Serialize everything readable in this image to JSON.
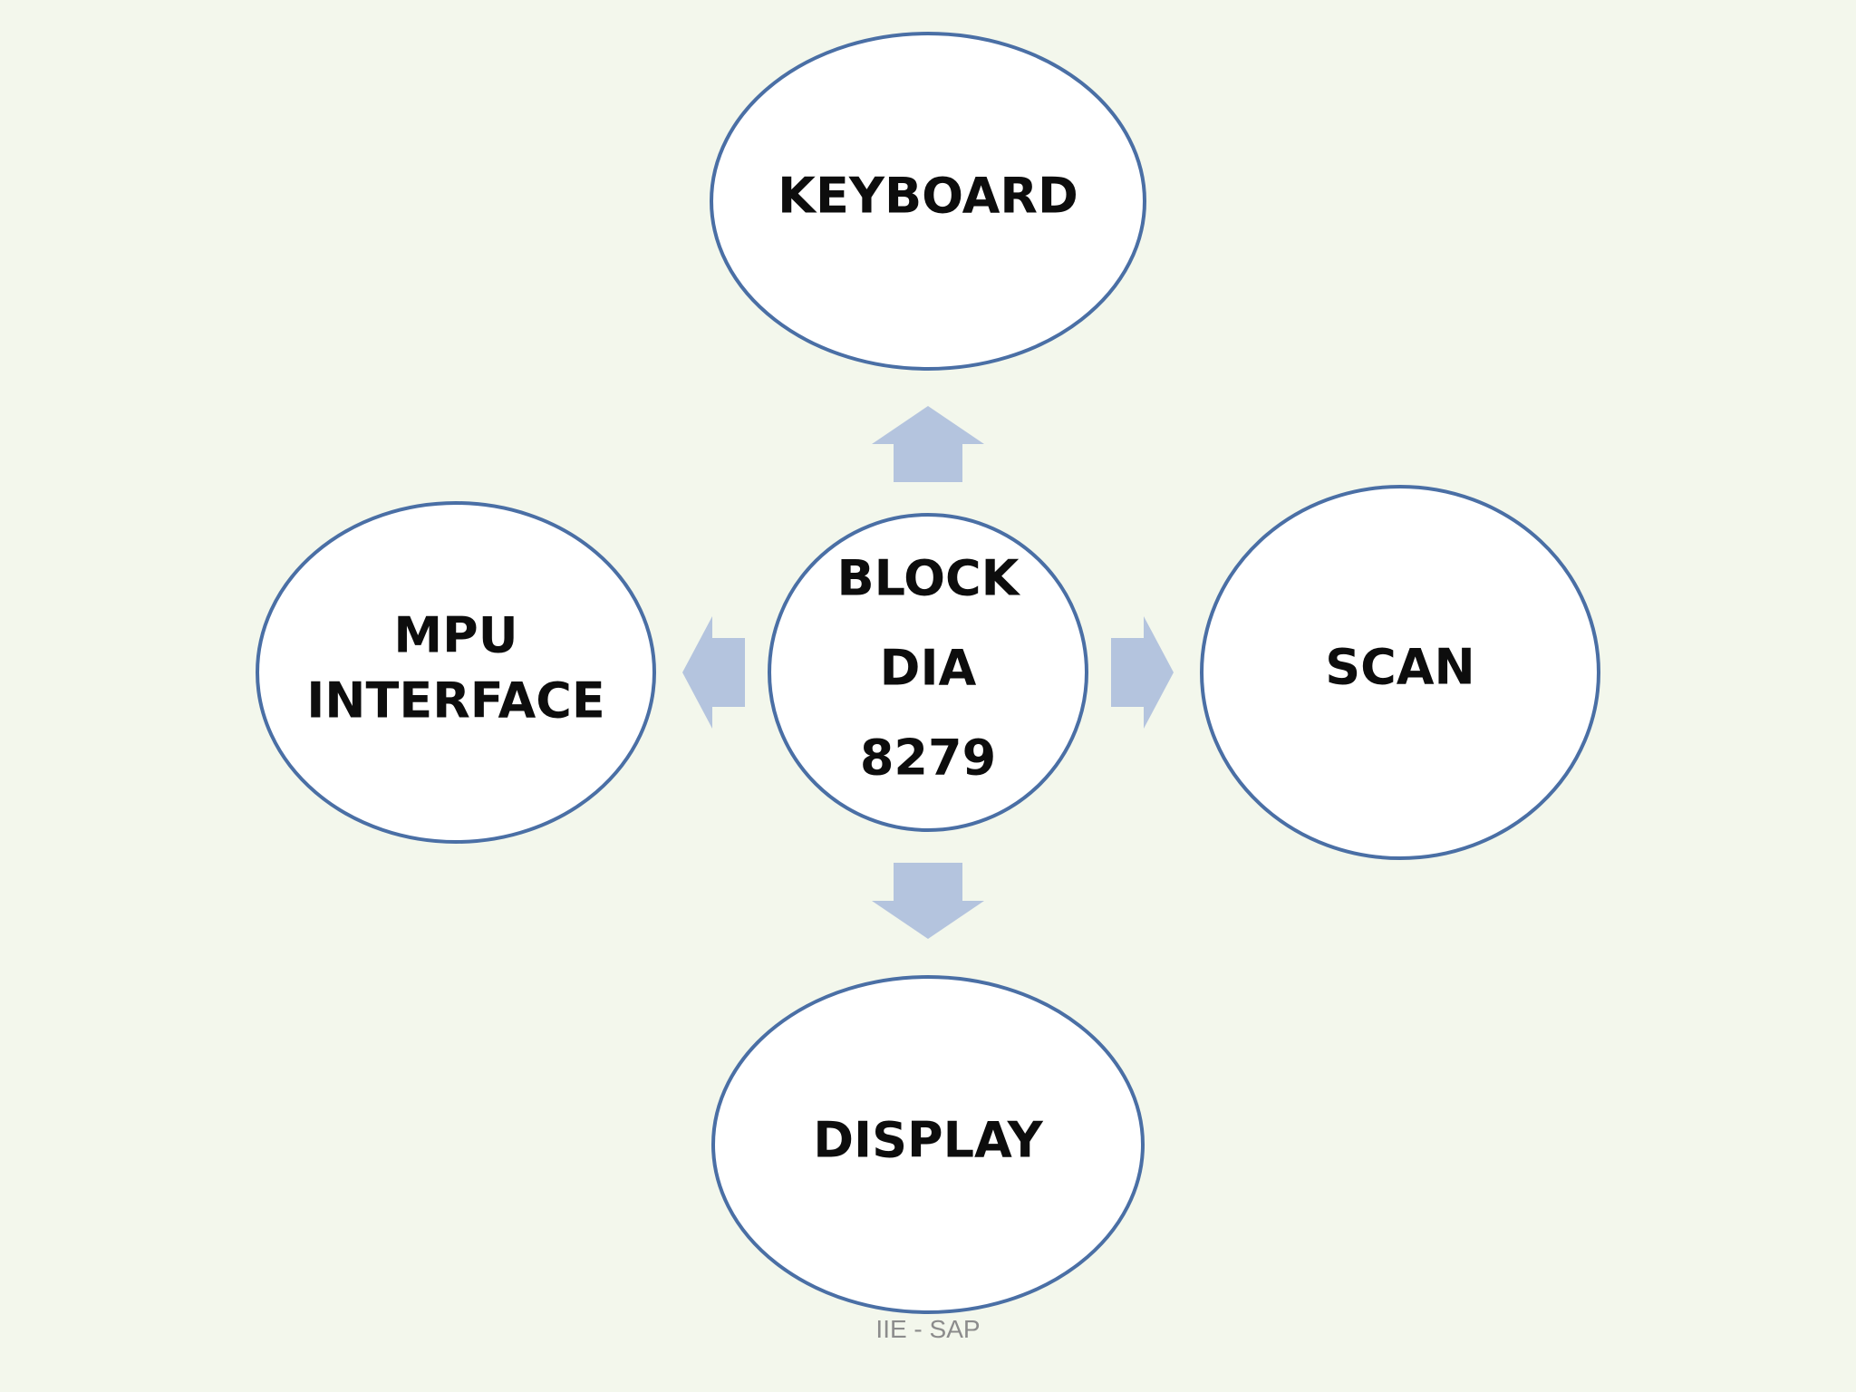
{
  "diagram": {
    "center": {
      "lines": [
        "BLOCK",
        "DIA",
        "8279"
      ]
    },
    "nodes": {
      "top": {
        "lines": [
          "KEYBOARD"
        ]
      },
      "left": {
        "lines": [
          "MPU",
          "INTERFACE"
        ]
      },
      "right": {
        "lines": [
          "SCAN"
        ]
      },
      "bottom": {
        "lines": [
          "DISPLAY"
        ]
      }
    },
    "colors": {
      "background": "#f3f7ec",
      "node_fill": "#ffffff",
      "node_stroke": "#4a6fa5",
      "arrow_fill": "#b4c4de",
      "text": "#0d0d0d"
    }
  },
  "footer": {
    "text": "IIE - SAP"
  }
}
